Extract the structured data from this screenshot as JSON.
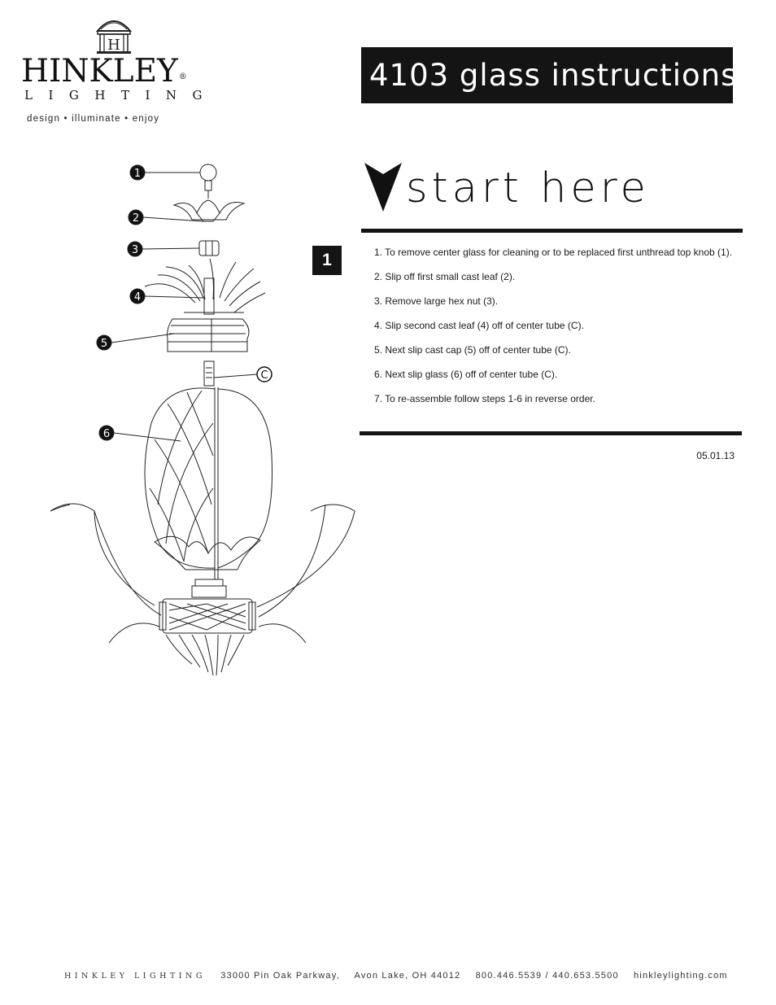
{
  "brand": {
    "name": "HINKLEY",
    "reg_mark": "®",
    "subline": "LIGHTING",
    "tagline": "design • illuminate • enjoy"
  },
  "header": {
    "title": "4103 glass instructions"
  },
  "start": {
    "heading": "start here"
  },
  "step": {
    "number": "1"
  },
  "instructions": [
    "1. To remove center glass for cleaning or to be replaced first unthread top knob (1).",
    "2. Slip off first small cast leaf (2).",
    "3. Remove large hex nut (3).",
    "4. Slip second cast leaf (4) off of center tube (C).",
    "5. Next slip cast cap (5) off of center tube (C).",
    "6. Next slip glass (6) off of center tube (C).",
    "7. To re-assemble follow steps 1-6 in reverse order."
  ],
  "diagram": {
    "callouts": [
      "1",
      "2",
      "3",
      "4",
      "5",
      "6",
      "C"
    ]
  },
  "date": "05.01.13",
  "footer": {
    "company": "HINKLEY LIGHTING",
    "address": "33000 Pin Oak Parkway,",
    "city": "Avon Lake, OH 44012",
    "phone": "800.446.5539 / 440.653.5500",
    "website": "hinkleylighting.com"
  }
}
